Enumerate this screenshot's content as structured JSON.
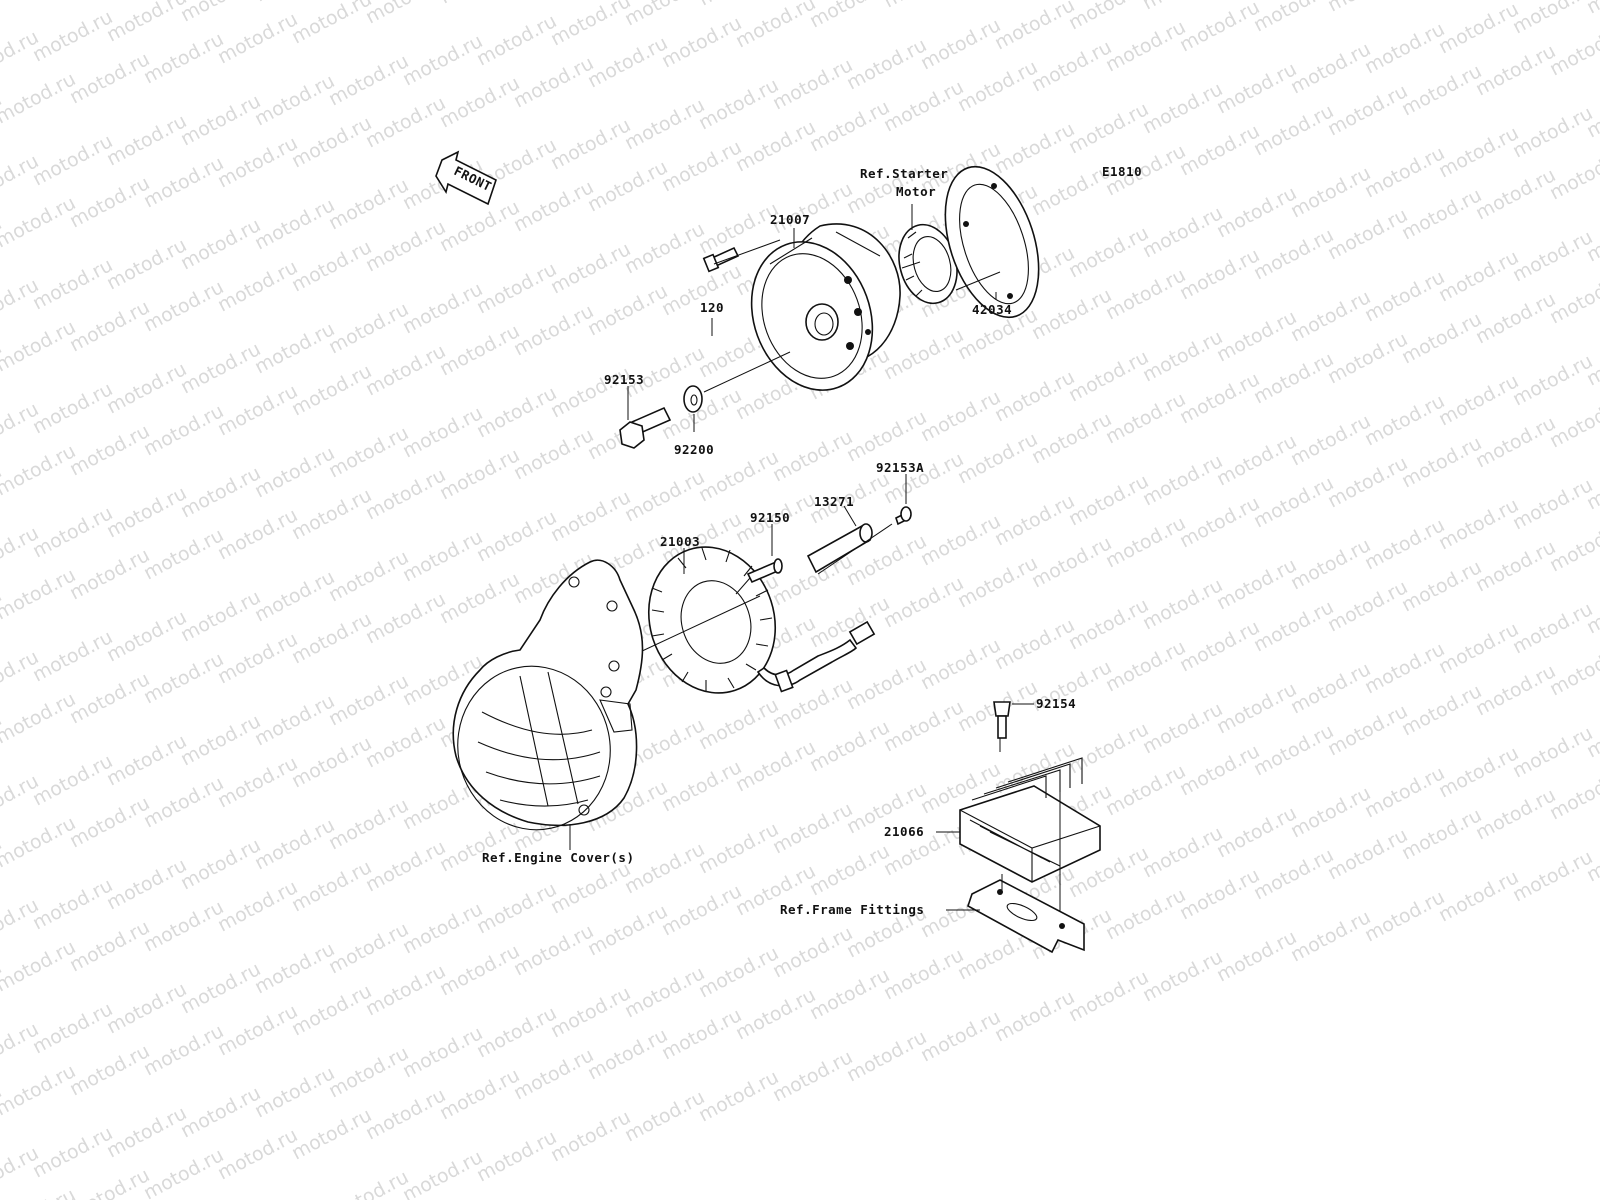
{
  "diagram_code": "E1810",
  "front_label": "FRONT",
  "watermark": "motod.ru",
  "parts": [
    {
      "id": "p21007",
      "label": "21007"
    },
    {
      "id": "p120",
      "label": "120"
    },
    {
      "id": "p92153",
      "label": "92153"
    },
    {
      "id": "p92200",
      "label": "92200"
    },
    {
      "id": "p42034",
      "label": "42034"
    },
    {
      "id": "p92153A",
      "label": "92153A"
    },
    {
      "id": "p13271",
      "label": "13271"
    },
    {
      "id": "p92150",
      "label": "92150"
    },
    {
      "id": "p21003",
      "label": "21003"
    },
    {
      "id": "p92154",
      "label": "92154"
    },
    {
      "id": "p21066",
      "label": "21066"
    }
  ],
  "references": {
    "starter_motor_line1": "Ref.Starter",
    "starter_motor_line2": "Motor",
    "engine_cover": "Ref.Engine Cover(s)",
    "frame_fittings": "Ref.Frame Fittings"
  }
}
